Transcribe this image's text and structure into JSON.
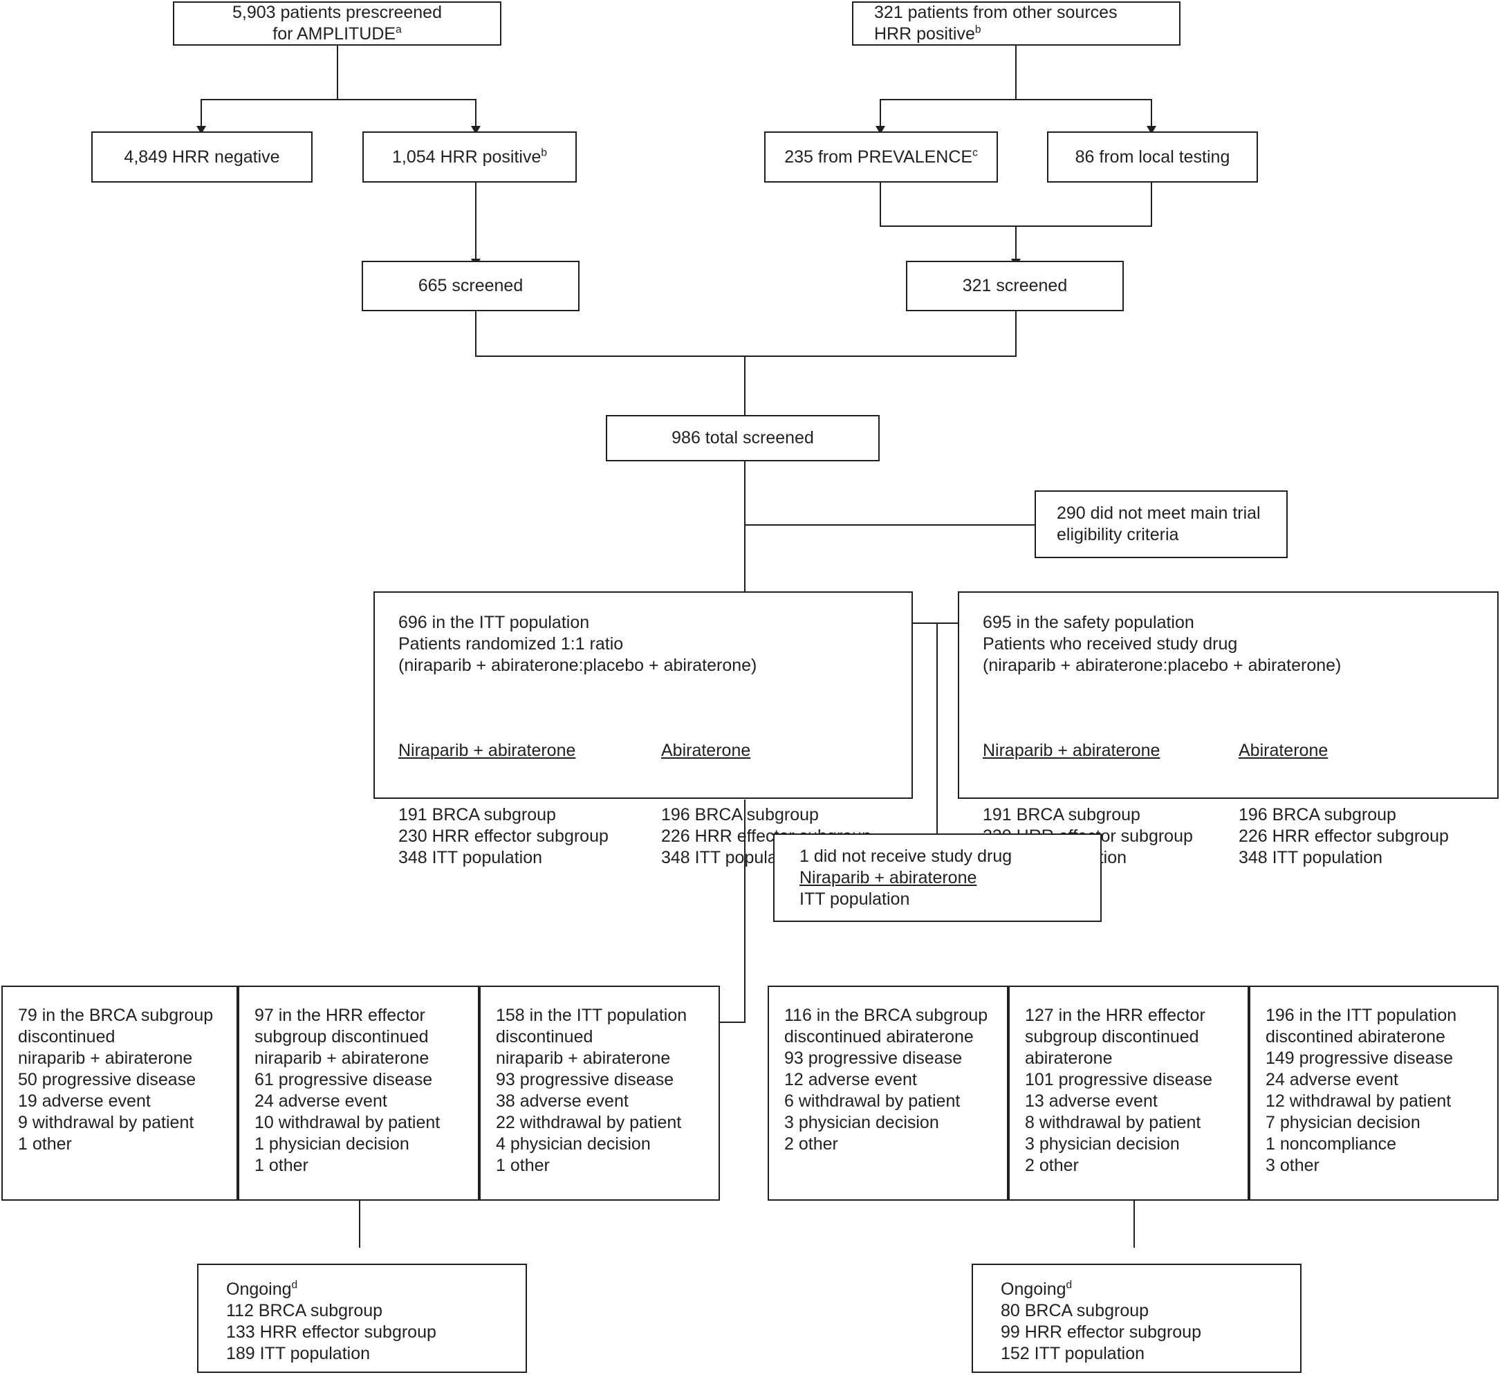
{
  "diagram": {
    "type": "consort-flow-diagram",
    "nodes": {
      "prescreened": {
        "line1": "5,903 patients prescreened",
        "line2": "for AMPLITUDE",
        "sup": "a"
      },
      "other_sources": {
        "line1": "321 patients from other sources",
        "line2": "HRR positive",
        "sup": "b"
      },
      "hrr_negative": {
        "text": "4,849 HRR negative"
      },
      "hrr_positive": {
        "text": "1,054 HRR positive",
        "sup": "b"
      },
      "prevalence": {
        "text": "235 from PREVALENCE",
        "sup": "c"
      },
      "local_testing": {
        "text": "86 from local testing"
      },
      "screened_left": {
        "text": "665 screened"
      },
      "screened_right": {
        "text": "321 screened"
      },
      "total_screened": {
        "text": "986 total screened"
      },
      "not_eligible": {
        "line1": "290 did not meet main trial",
        "line2": "eligibility criteria"
      },
      "itt_population": {
        "header": "696 in the ITT population\nPatients randomized 1:1 ratio\n(niraparib + abiraterone:placebo + abiraterone)",
        "col1_head": "Niraparib + abiraterone",
        "col1_body": "191 BRCA subgroup\n230 HRR effector subgroup\n348 ITT population",
        "col2_head": "Abiraterone",
        "col2_body": "196 BRCA subgroup\n226 HRR effector subgroup\n348 ITT population"
      },
      "safety_population": {
        "header": "695 in the safety population\nPatients who received study drug\n(niraparib + abiraterone:placebo + abiraterone)",
        "col1_head": "Niraparib + abiraterone",
        "col1_body": "191 BRCA subgroup\n230 HRR effector subgroup\n347 ITT population",
        "col2_head": "Abiraterone",
        "col2_body": "196 BRCA subgroup\n226 HRR effector subgroup\n348 ITT population"
      },
      "no_study_drug": {
        "line1": "1 did not receive study drug",
        "line2": "Niraparib + abiraterone",
        "line3": "ITT population"
      },
      "disc_brca_nira": {
        "text": "79 in the BRCA subgroup\ndiscontinued\nniraparib + abiraterone\n50 progressive disease\n19 adverse event\n9 withdrawal by patient\n1 other"
      },
      "disc_hrr_nira": {
        "text": "97 in the HRR effector\nsubgroup discontinued\nniraparib + abiraterone\n61 progressive disease\n24 adverse event\n10 withdrawal by patient\n1 physician decision\n1 other"
      },
      "disc_itt_nira": {
        "text": "158 in the ITT population\ndiscontinued\nniraparib + abiraterone\n93 progressive disease\n38 adverse event\n22 withdrawal by patient\n4 physician decision\n1 other"
      },
      "disc_brca_abi": {
        "text": "116 in the BRCA subgroup\ndiscontinued abiraterone\n93 progressive disease\n12 adverse event\n6 withdrawal by patient\n3 physician decision\n2 other"
      },
      "disc_hrr_abi": {
        "text": "127 in the HRR effector\nsubgroup discontinued\nabiraterone\n101 progressive disease\n13 adverse event\n8 withdrawal by patient\n3 physician decision\n2 other"
      },
      "disc_itt_abi": {
        "text": "196 in the ITT population\ndiscontined abiraterone\n149 progressive disease\n24 adverse event\n12 withdrawal by patient\n7 physician decision\n1 noncompliance\n3 other"
      },
      "ongoing_left": {
        "label": "Ongoing",
        "sup": "d",
        "body": "112 BRCA subgroup\n133 HRR effector subgroup\n189 ITT population"
      },
      "ongoing_right": {
        "label": "Ongoing",
        "sup": "d",
        "body": "80 BRCA subgroup\n99 HRR effector subgroup\n152 ITT population"
      }
    },
    "colors": {
      "stroke": "#231f20",
      "background": "#ffffff",
      "text": "#231f20"
    }
  }
}
